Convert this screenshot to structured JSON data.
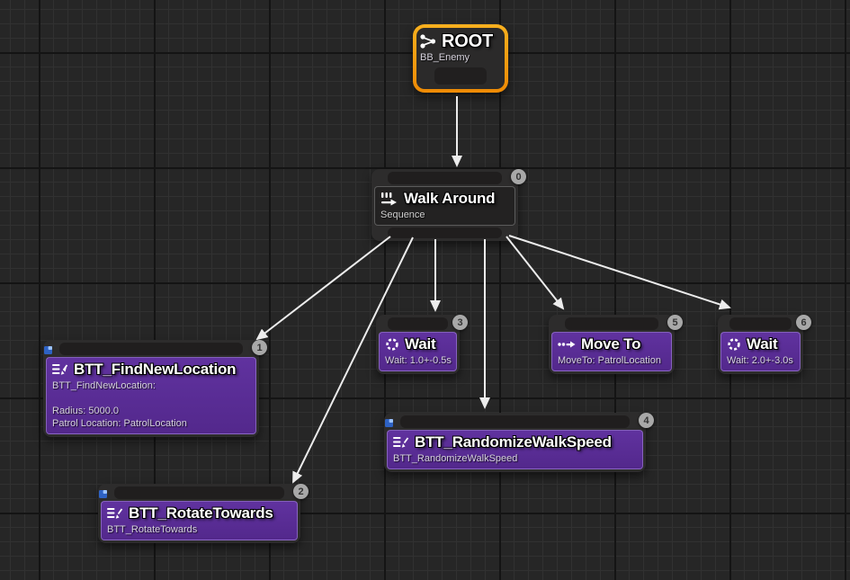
{
  "editor": "behavior-tree-graph",
  "colors": {
    "canvas_bg": "#262626",
    "grid_minor": "#313131",
    "grid_major": "#141414",
    "node_bg": "#2d2c2c",
    "pin_bar": "#201e1e",
    "task_purple": "#5b2d98",
    "root_border": "#f09a12",
    "badge_bg": "#a8a8a8",
    "arrow": "#ececec",
    "blueprint_icon_blue": "#2e62c4"
  },
  "nodes": {
    "root": {
      "title": "ROOT",
      "subtitle": "BB_Enemy",
      "icon": "graph-icon"
    },
    "walk_around": {
      "title": "Walk Around",
      "subtitle": "Sequence",
      "index": "0",
      "icon": "sequence-icon"
    },
    "find_new_location": {
      "title": "BTT_FindNewLocation",
      "index": "1",
      "icon": "task-arrow-icon",
      "lines": [
        "BTT_FindNewLocation:",
        "",
        "Radius: 5000.0",
        "Patrol Location: PatrolLocation"
      ]
    },
    "rotate_towards": {
      "title": "BTT_RotateTowards",
      "subtitle": "BTT_RotateTowards",
      "index": "2",
      "icon": "task-arrow-icon"
    },
    "wait_short": {
      "title": "Wait",
      "subtitle": "Wait: 1.0+-0.5s",
      "index": "3",
      "icon": "wait-circle-icon"
    },
    "randomize_walk_speed": {
      "title": "BTT_RandomizeWalkSpeed",
      "subtitle": "BTT_RandomizeWalkSpeed",
      "index": "4",
      "icon": "task-arrow-icon"
    },
    "move_to": {
      "title": "Move To",
      "subtitle": "MoveTo: PatrolLocation",
      "index": "5",
      "icon": "dotted-arrow-icon"
    },
    "wait_long": {
      "title": "Wait",
      "subtitle": "Wait: 2.0+-3.0s",
      "index": "6",
      "icon": "wait-circle-icon"
    }
  }
}
